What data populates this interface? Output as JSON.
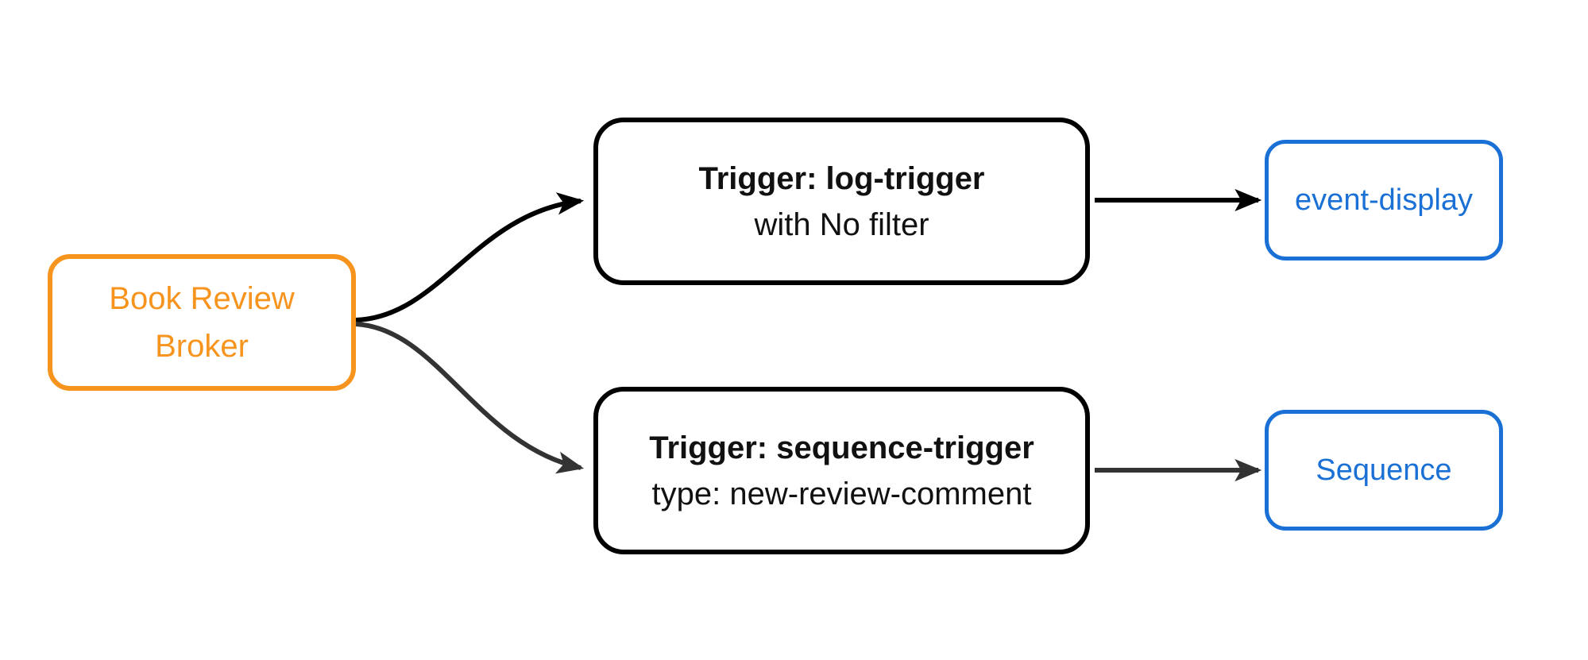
{
  "diagram": {
    "broker": {
      "label_line1": "Book Review",
      "label_line2": "Broker"
    },
    "triggers": [
      {
        "id": "log-trigger",
        "title": "Trigger: log-trigger",
        "subtitle": "with No filter"
      },
      {
        "id": "sequence-trigger",
        "title": "Trigger: sequence-trigger",
        "subtitle": "type: new-review-comment"
      }
    ],
    "sinks": [
      {
        "id": "event-display",
        "label": "event-display"
      },
      {
        "id": "sequence",
        "label": "Sequence"
      }
    ],
    "edges": [
      {
        "from": "broker",
        "to": "log-trigger",
        "color": "#000000"
      },
      {
        "from": "broker",
        "to": "sequence-trigger",
        "color": "#333333"
      },
      {
        "from": "log-trigger",
        "to": "event-display",
        "color": "#000000"
      },
      {
        "from": "sequence-trigger",
        "to": "sequence",
        "color": "#333333"
      }
    ]
  },
  "colors": {
    "broker_accent": "#F7941E",
    "sink_accent": "#1B70D6",
    "node_border": "#000000",
    "text_dark": "#111111",
    "background": "#FFFFFF"
  }
}
